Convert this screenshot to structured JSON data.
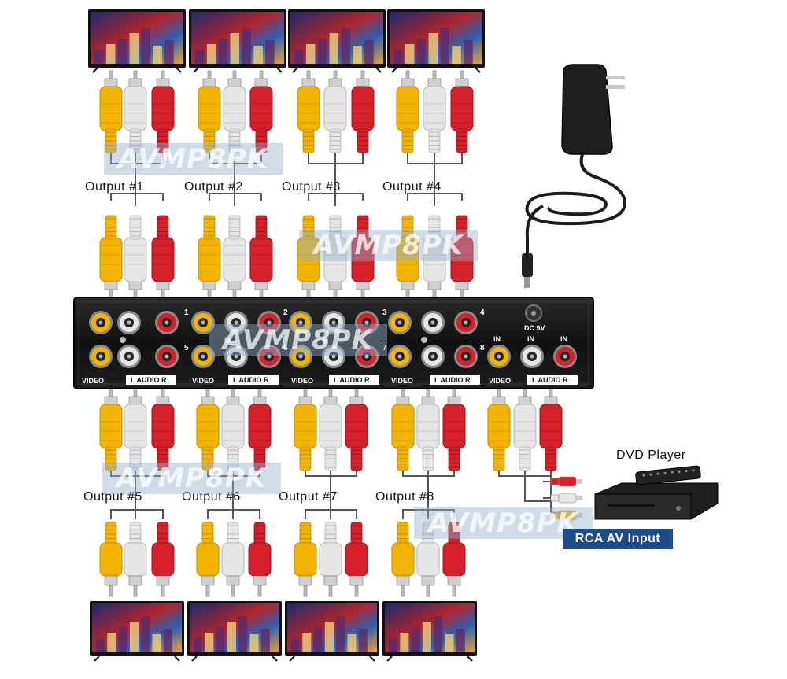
{
  "outputs_top": [
    "Output #1",
    "Output #2",
    "Output #3",
    "Output #4"
  ],
  "outputs_bottom": [
    "Output #5",
    "Output #6",
    "Output #7",
    "Output #8"
  ],
  "watermark": "AVMP8PK",
  "panel": {
    "port_numbers_top": [
      "1",
      "2",
      "3",
      "4"
    ],
    "port_numbers_bottom": [
      "5",
      "6",
      "7",
      "8"
    ],
    "video_label": "VIDEO",
    "audio_label": "L  AUDIO R",
    "in_label": "IN",
    "power_label": "DC 9V"
  },
  "dvd_label": "DVD Player",
  "input_label": "RCA AV Input",
  "colors": {
    "yellow": "#f2b400",
    "white": "#e6e6e6",
    "red": "#d6202a",
    "panel": "#141414",
    "badge": "#1e4b8a"
  }
}
